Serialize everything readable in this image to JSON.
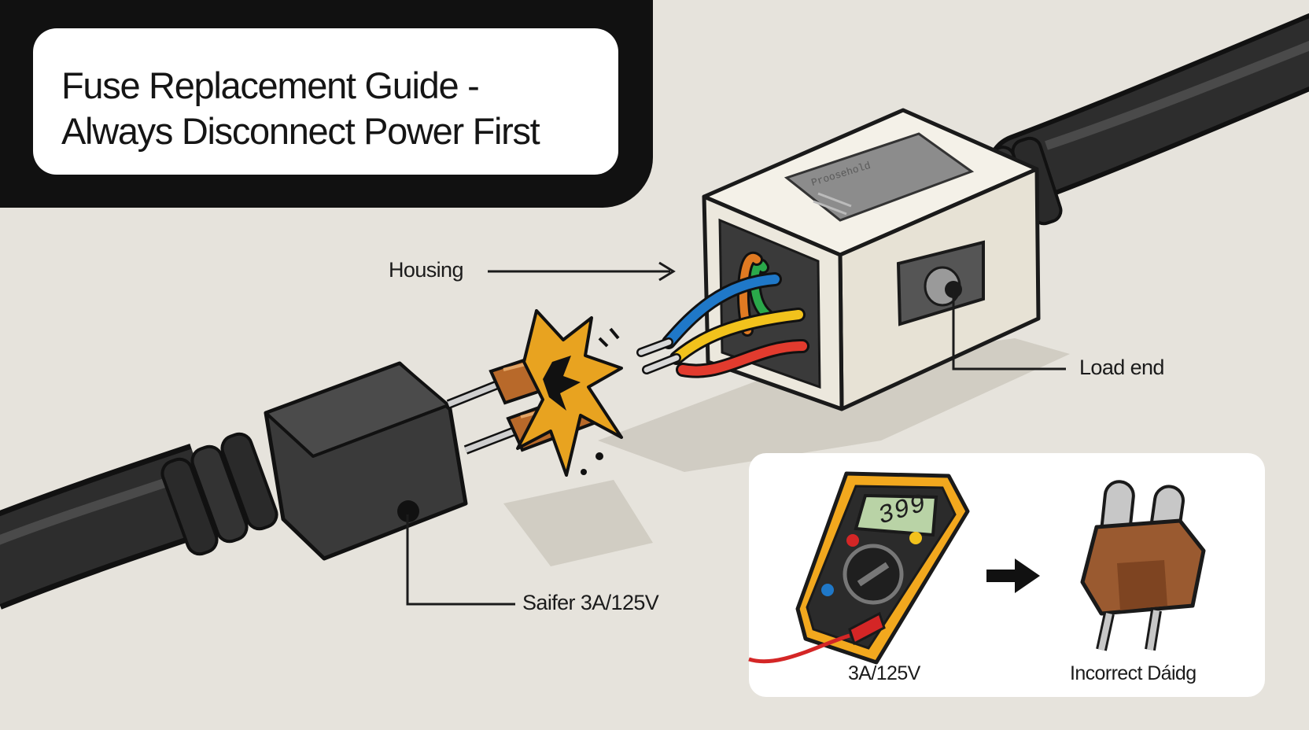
{
  "title": {
    "line1": "Fuse Replacement Guide -",
    "line2": "Always Disconnect Power First"
  },
  "callouts": {
    "housing": "Housing",
    "load_end": "Load end",
    "fuse_rating": "Saifer 3A/125V"
  },
  "device": {
    "plate_label": "Proosehold"
  },
  "inset": {
    "multimeter_display": "399",
    "meter_caption": "3A/125V",
    "plug_caption": "Incorrect Dáidg"
  },
  "colors": {
    "background": "#e6e3dc",
    "title_band": "#111111",
    "cord": "#2b2b2b",
    "housing": "#ece8dd",
    "wire_blue": "#1f78c8",
    "wire_yellow": "#f2c21c",
    "wire_red": "#e23b2e",
    "wire_green": "#2aa84a",
    "wire_orange": "#e07a22",
    "fuse_copper": "#b8692a",
    "spark": "#e8a320",
    "meter_body": "#f2a81e",
    "meter_lcd": "#b9d3a6",
    "probe_red": "#d42626",
    "plug_brown": "#9a5a30"
  }
}
